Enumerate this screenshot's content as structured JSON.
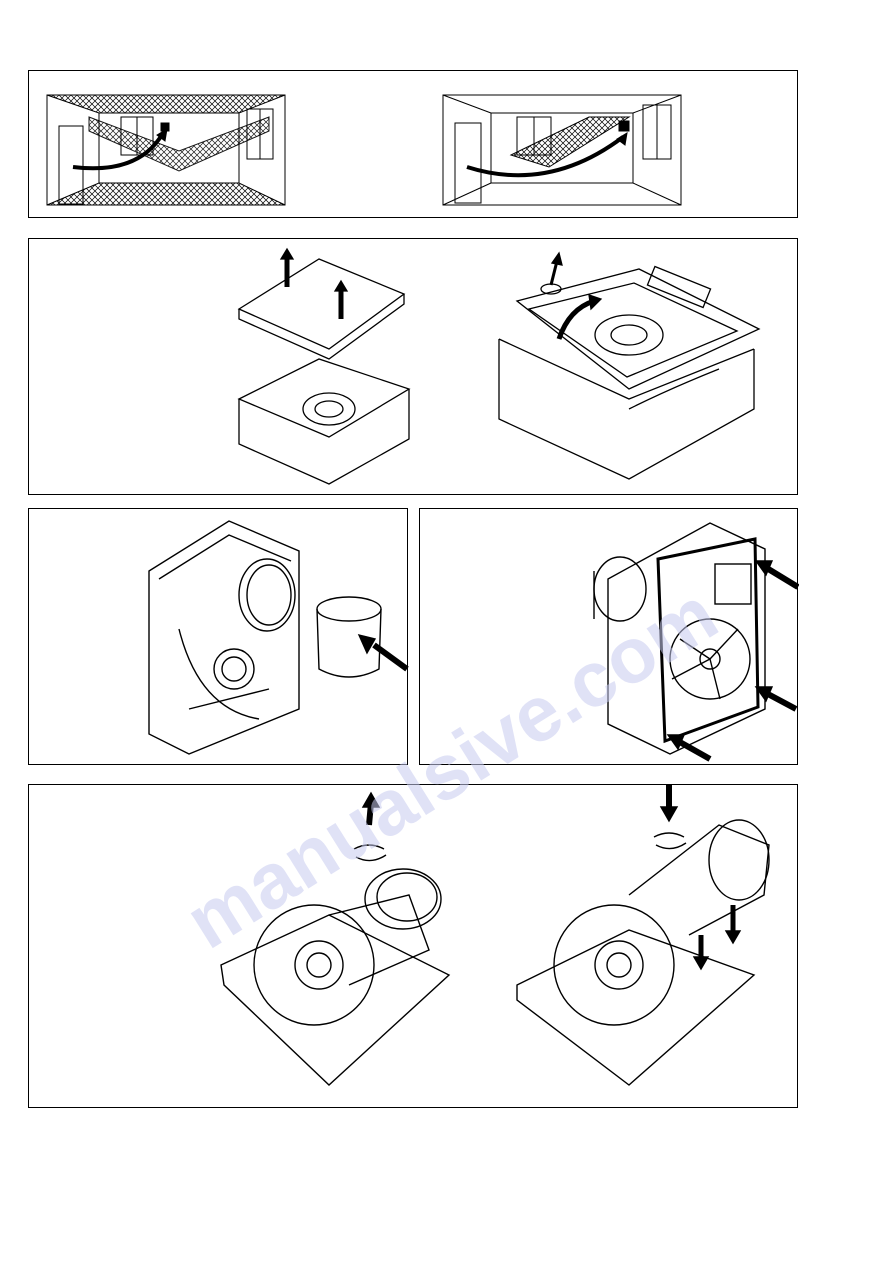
{
  "watermark": "manualsive.com",
  "figures": [
    {
      "id": "room-airflow",
      "icon": "room-airflow-illustration"
    },
    {
      "id": "cover-removal",
      "icon": "fan-cover-removal-illustration"
    },
    {
      "id": "spigot-fit",
      "icon": "duct-spigot-fit-illustration"
    },
    {
      "id": "wall-mount",
      "icon": "wall-mount-screws-illustration"
    },
    {
      "id": "outlet-rotate",
      "icon": "outlet-rotation-illustration"
    }
  ],
  "colors": {
    "line": "#000000",
    "hatch": "#000000",
    "background": "#ffffff"
  }
}
